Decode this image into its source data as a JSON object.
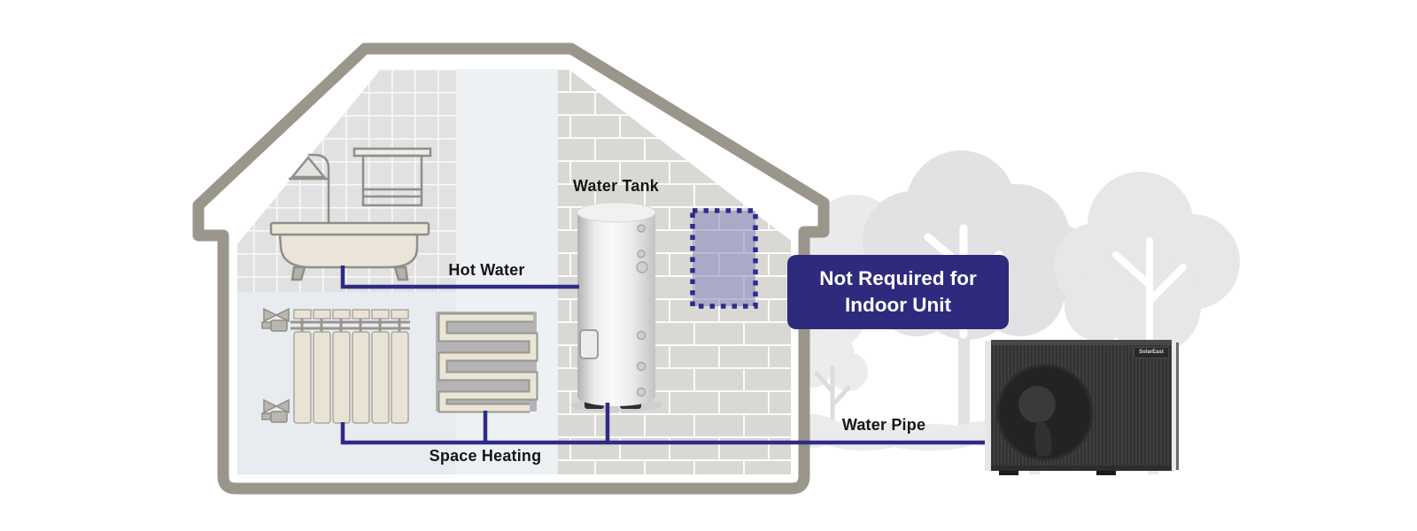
{
  "diagram": {
    "labels": {
      "water_tank": "Water Tank",
      "hot_water": "Hot Water",
      "space_heating": "Space Heating",
      "water_pipe": "Water Pipe"
    },
    "badge": {
      "line1": "Not Required for",
      "line2": "Indoor Unit"
    },
    "outdoor_unit": {
      "brand": "SolarEast"
    },
    "colors": {
      "pipe": "#2e2b87",
      "badge_bg": "#2e2a7d",
      "badge_text": "#ffffff",
      "label_text": "#161616",
      "house_border": "#9a968c",
      "dashed_box_border": "#2e2b8e",
      "dashed_box_fill": "#7b7bb8",
      "wall_tile": "#e1e1e1",
      "wall_brick": "#d9d8d4",
      "fixture_cream": "#eae5d8",
      "outdoor_unit_body": "#3a3a3c",
      "tree_silhouette": "#e4e4e7"
    }
  }
}
